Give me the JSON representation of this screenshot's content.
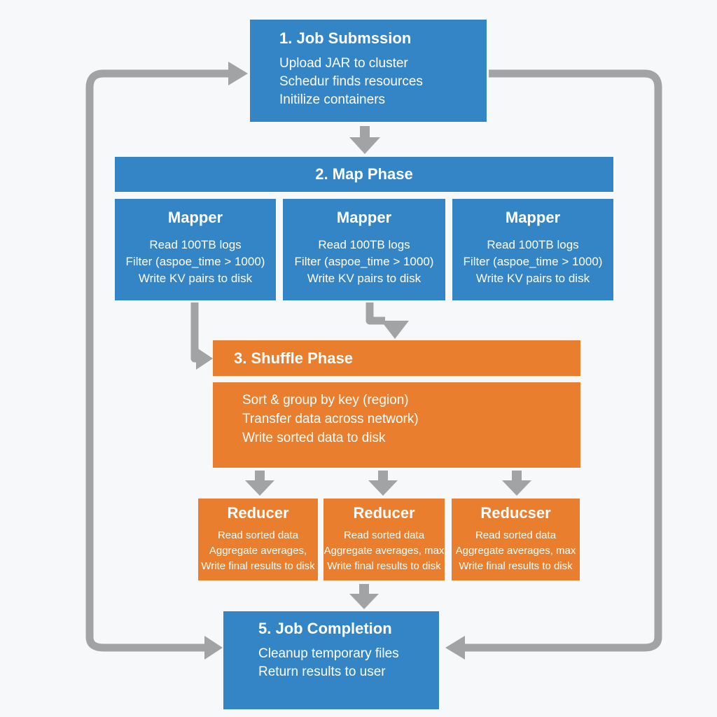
{
  "job_submission": {
    "title": "1. Job Submssion",
    "lines": [
      "Upload JAR to cluster",
      "Schedur finds resources",
      "Initilize containers"
    ]
  },
  "map_phase": {
    "title": "2. Map Phase",
    "mappers": [
      {
        "title": "Mapper",
        "lines": [
          "Read 100TB logs",
          "Filter (aspoe_time > 1000)",
          "Write KV pairs to disk"
        ]
      },
      {
        "title": "Mapper",
        "lines": [
          "Read 100TB logs",
          "Filter (aspoe_time > 1000)",
          "Write KV pairs to disk"
        ]
      },
      {
        "title": "Mapper",
        "lines": [
          "Read 100TB logs",
          "Filter (aspoe_time > 1000)",
          "Write KV pairs to disk"
        ]
      }
    ]
  },
  "shuffle_phase": {
    "title": "3. Shuffle Phase",
    "lines": [
      "Sort & group by key (region)",
      "Transfer data across network)",
      "Write sorted data to disk"
    ]
  },
  "reducers": [
    {
      "title": "Reducer",
      "lines": [
        "Read sorted data",
        "Aggregate averages,",
        "Write final results to disk"
      ]
    },
    {
      "title": "Reducer",
      "lines": [
        "Read sorted data",
        "Aggregate averages, max",
        "Write final results to disk"
      ]
    },
    {
      "title": "Reducser",
      "lines": [
        "Read sorted data",
        "Aggregate averages, max",
        "Write final results to disk"
      ]
    }
  ],
  "job_completion": {
    "title": "5. Job Completion",
    "lines": [
      "Cleanup temporary files",
      "Return results to user"
    ]
  },
  "colors": {
    "blue": "#3485c6",
    "orange": "#e97f2e",
    "arrow": "#a2a3a5",
    "background": "#f7f8f9"
  }
}
